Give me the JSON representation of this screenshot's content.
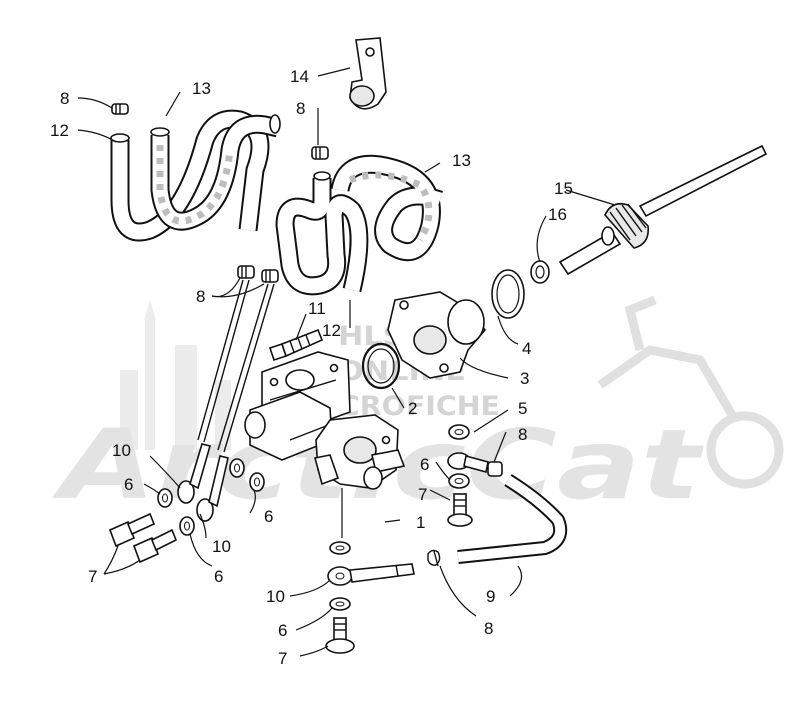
{
  "watermark": {
    "line1": "HLSM'S",
    "line2": "ONLINE",
    "line3": "MICROFICHE",
    "brand": "ArcticCat"
  },
  "callouts": {
    "c1": "1",
    "c2": "2",
    "c3": "3",
    "c4": "4",
    "c5": "5",
    "c6a": "6",
    "c6b": "6",
    "c6c": "6",
    "c6d": "6",
    "c6e": "6",
    "c7a": "7",
    "c7b": "7",
    "c7c": "7",
    "c8a": "8",
    "c8b": "8",
    "c8c": "8",
    "c8d": "8",
    "c8e": "8",
    "c9": "9",
    "c10a": "10",
    "c10b": "10",
    "c10c": "10",
    "c11": "11",
    "c12a": "12",
    "c12b": "12",
    "c13a": "13",
    "c13b": "13",
    "c14": "14",
    "c15": "15",
    "c16": "16"
  }
}
